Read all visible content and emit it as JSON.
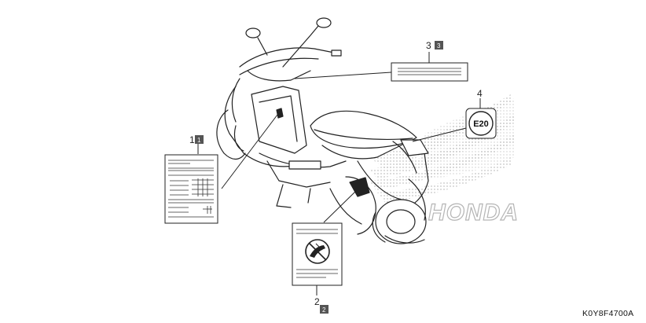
{
  "diagram": {
    "part_code": "K0Y8F4700A",
    "callouts": [
      {
        "id": "1",
        "box": "1"
      },
      {
        "id": "2",
        "box": "2"
      },
      {
        "id": "3",
        "box": "3"
      },
      {
        "id": "4",
        "box": ""
      }
    ],
    "fuel_label_text": "E20",
    "watermark_text": "HONDA"
  }
}
